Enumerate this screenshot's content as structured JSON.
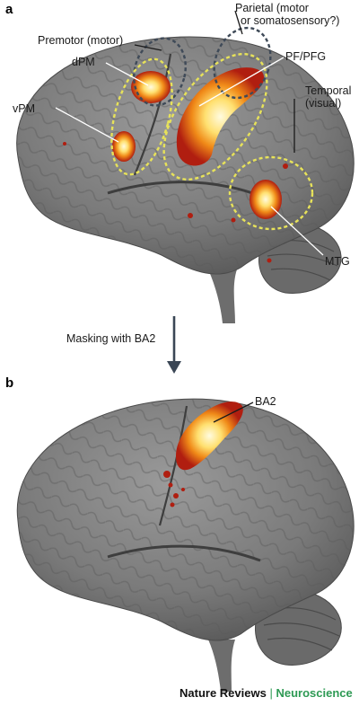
{
  "panels": {
    "a": {
      "letter": "a",
      "labels": {
        "premotor": "Premotor (motor)",
        "parietal_line1": "Parietal (motor",
        "parietal_line2": "or somatosensory?)",
        "dpm": "dPM",
        "pf_pfg": "PF/PFG",
        "vpm": "vPM",
        "temporal_line1": "Temporal",
        "temporal_line2": "(visual)",
        "mtg": "MTG"
      }
    },
    "transition": {
      "label": "Masking with BA2"
    },
    "b": {
      "letter": "b",
      "labels": {
        "ba2": "BA2"
      }
    }
  },
  "footer": {
    "journal": "Nature Reviews",
    "separator": "|",
    "section": "Neuroscience"
  },
  "colors": {
    "brain": "#7d7d7d",
    "activation_low": "#b01e10",
    "activation_high": "#fff6c8",
    "ellipse_yellow": "#e7e25a",
    "ellipse_dark": "#3f4a58",
    "footer_accent": "#2e9a54"
  }
}
